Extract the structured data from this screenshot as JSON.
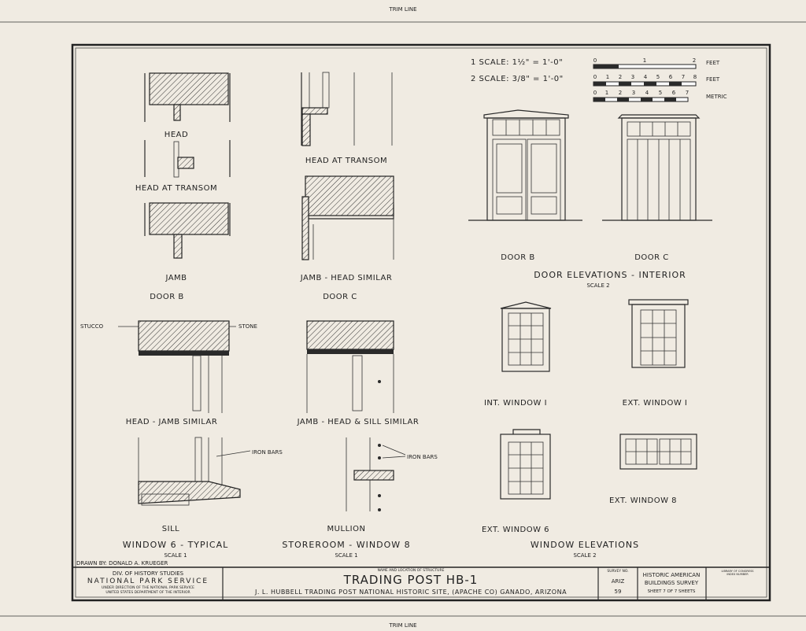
{
  "trim_line": "TRIM LINE",
  "details": {
    "head": "HEAD",
    "head_at_transom_b": "HEAD AT TRANSOM",
    "jamb": "JAMB",
    "door_b": "DOOR B",
    "head_at_transom_c": "HEAD AT TRANSOM",
    "jamb_head_similar": "JAMB - HEAD SIMILAR",
    "door_c": "DOOR C",
    "stucco": "STUCCO",
    "stone": "STONE",
    "head_jamb_similar": "HEAD - JAMB  SIMILAR",
    "jamb_head_sill_similar": "JAMB - HEAD & SILL SIMILAR",
    "iron_bars_1": "IRON BARS",
    "iron_bars_2": "IRON BARS",
    "sill": "SILL",
    "mullion": "MULLION",
    "window6_title": "WINDOW  6  - TYPICAL",
    "window6_scale": "SCALE 1",
    "window8_title": "STOREROOM - WINDOW 8",
    "window8_scale": "SCALE 1"
  },
  "scales": {
    "scale1": "1   SCALE: 1½\" = 1'-0\"",
    "scale2": "2   SCALE: 3/8\" = 1'-0\"",
    "bar1_ticks": [
      "0",
      "1",
      "2"
    ],
    "bar1_unit": "FEET",
    "bar2_ticks": [
      "0",
      "1",
      "2",
      "3",
      "4",
      "5",
      "6",
      "7",
      "8"
    ],
    "bar2_unit": "FEET",
    "bar3_ticks": [
      "0",
      "1",
      "2",
      "3",
      "4",
      "5",
      "6",
      "7"
    ],
    "bar3_unit": "METRIC"
  },
  "elevations": {
    "door_b": "DOOR B",
    "door_c": "DOOR C",
    "doors_title": "DOOR  ELEVATIONS - INTERIOR",
    "doors_scale": "SCALE 2",
    "int_window_1": "INT. WINDOW  I",
    "ext_window_1": "EXT. WINDOW  I",
    "ext_window_8": "EXT. WINDOW  8",
    "ext_window_6": "EXT. WINDOW  6",
    "windows_title": "WINDOW  ELEVATIONS",
    "windows_scale": "SCALE 2"
  },
  "title_block": {
    "drawn_by": "DRAWN BY: DONALD  A.  KRUEGER",
    "division": "DIV. OF HISTORY STUDIES",
    "agency": "NATIONAL PARK SERVICE",
    "agency_sub1": "UNDER DIRECTION OF THE NATIONAL PARK SERVICE",
    "agency_sub2": "UNITED STATES DEPARTMENT OF THE INTERIOR",
    "name_label": "NAME AND LOCATION OF STRUCTURE",
    "structure_name": "TRADING  POST  HB-1",
    "location": "J. L.  HUBBELL   TRADING  POST  NATIONAL  HISTORIC  SITE, (APACHE  CO) GANADO, ARIZONA",
    "survey_label": "SURVEY NO.",
    "survey_state": "ARIZ",
    "survey_number": "59",
    "habs1": "HISTORIC AMERICAN",
    "habs2": "BUILDINGS SURVEY",
    "sheet": "SHEET  7  OF  7  SHEETS",
    "library1": "LIBRARY OF CONGRESS",
    "library2": "INDEX NUMBER"
  }
}
